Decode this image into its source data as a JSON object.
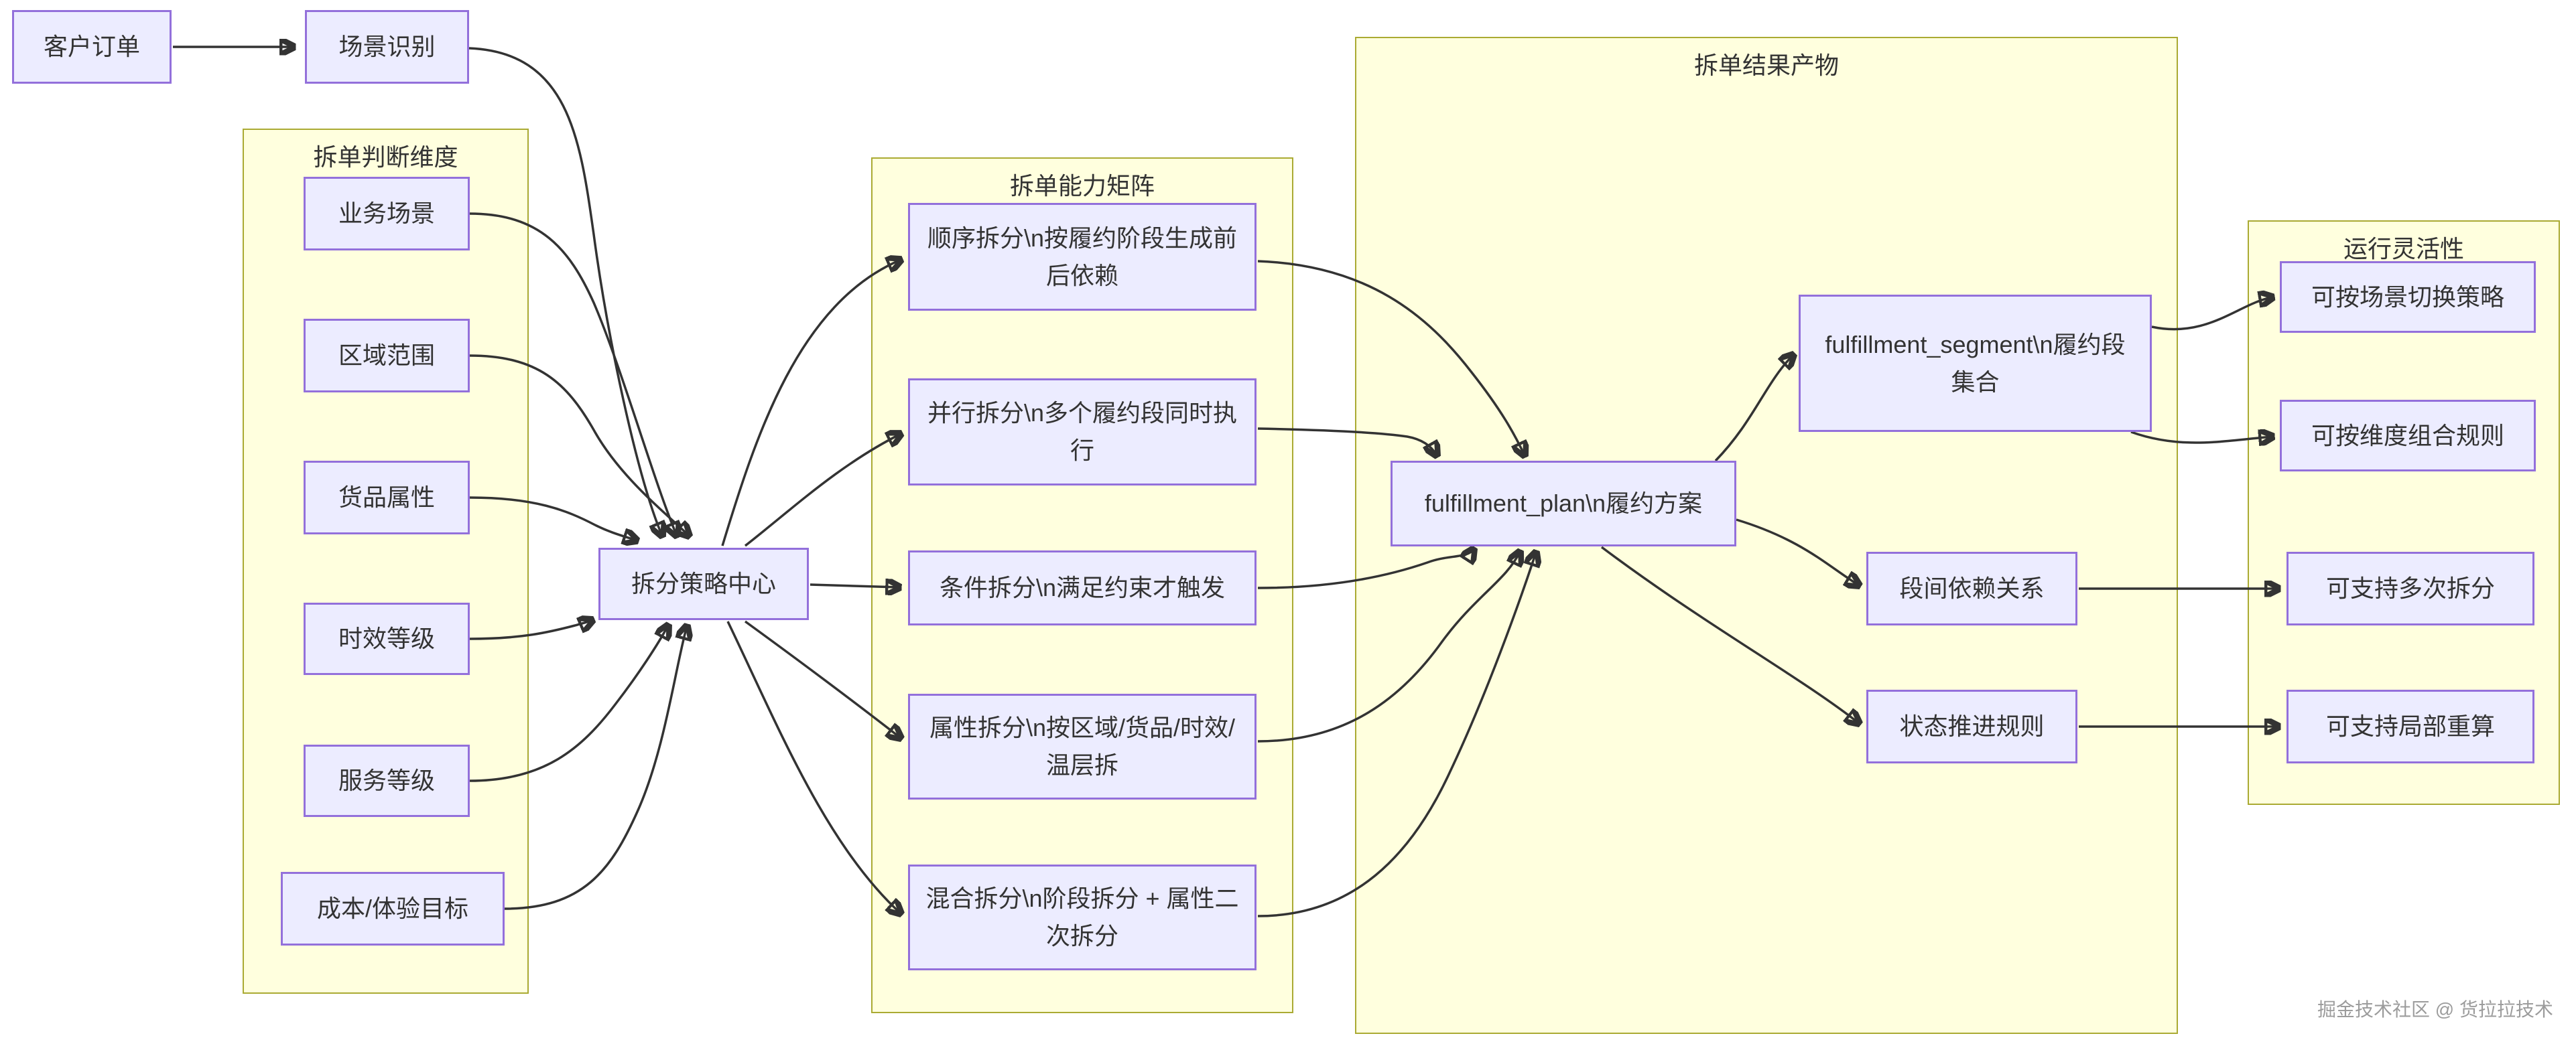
{
  "diagram": {
    "type": "flowchart",
    "colors": {
      "background": "#ffffff",
      "node_fill": "#ECECFF",
      "node_border": "#9370DB",
      "group_fill": "#ffffde",
      "group_border": "#aaaa33",
      "edge": "#333333",
      "text": "#333333",
      "watermark": "#9c9c9c"
    }
  },
  "groups": {
    "judgment_dimensions": {
      "title": "拆单判断维度"
    },
    "capability_matrix": {
      "title": "拆单能力矩阵"
    },
    "result_artifacts": {
      "title": "拆单结果产物"
    },
    "runtime_flexibility": {
      "title": "运行灵活性"
    }
  },
  "nodes": {
    "customer_order": {
      "label": "客户订单"
    },
    "scene_recognition": {
      "label": "场景识别"
    },
    "business_scene": {
      "label": "业务场景"
    },
    "region_scope": {
      "label": "区域范围"
    },
    "goods_attribute": {
      "label": "货品属性"
    },
    "timeliness_level": {
      "label": "时效等级"
    },
    "service_level": {
      "label": "服务等级"
    },
    "cost_experience_goal": {
      "label": "成本/体验目标"
    },
    "split_strategy_center": {
      "label": "拆分策略中心"
    },
    "sequential_split": {
      "label": "顺序拆分\\n按履约阶段生成前后依赖"
    },
    "parallel_split": {
      "label": "并行拆分\\n多个履约段同时执行"
    },
    "conditional_split": {
      "label": "条件拆分\\n满足约束才触发"
    },
    "attribute_split": {
      "label": "属性拆分\\n按区域/货品/时效/温层拆"
    },
    "hybrid_split": {
      "label": "混合拆分\\n阶段拆分 + 属性二次拆分"
    },
    "fulfillment_plan": {
      "label": "fulfillment_plan\\n履约方案"
    },
    "fulfillment_segment": {
      "label": "fulfillment_segment\\n履约段集合"
    },
    "segment_dependency": {
      "label": "段间依赖关系"
    },
    "status_progress_rule": {
      "label": "状态推进规则"
    },
    "switch_by_scene": {
      "label": "可按场景切换策略"
    },
    "combine_by_dimension": {
      "label": "可按维度组合规则"
    },
    "multi_split": {
      "label": "可支持多次拆分"
    },
    "partial_recalc": {
      "label": "可支持局部重算"
    }
  },
  "edges": [
    {
      "from": "customer_order",
      "to": "scene_recognition"
    },
    {
      "from": "scene_recognition",
      "to": "split_strategy_center"
    },
    {
      "from": "business_scene",
      "to": "split_strategy_center"
    },
    {
      "from": "region_scope",
      "to": "split_strategy_center"
    },
    {
      "from": "goods_attribute",
      "to": "split_strategy_center"
    },
    {
      "from": "timeliness_level",
      "to": "split_strategy_center"
    },
    {
      "from": "service_level",
      "to": "split_strategy_center"
    },
    {
      "from": "cost_experience_goal",
      "to": "split_strategy_center"
    },
    {
      "from": "split_strategy_center",
      "to": "sequential_split"
    },
    {
      "from": "split_strategy_center",
      "to": "parallel_split"
    },
    {
      "from": "split_strategy_center",
      "to": "conditional_split"
    },
    {
      "from": "split_strategy_center",
      "to": "attribute_split"
    },
    {
      "from": "split_strategy_center",
      "to": "hybrid_split"
    },
    {
      "from": "sequential_split",
      "to": "fulfillment_plan"
    },
    {
      "from": "parallel_split",
      "to": "fulfillment_plan"
    },
    {
      "from": "conditional_split",
      "to": "fulfillment_plan"
    },
    {
      "from": "attribute_split",
      "to": "fulfillment_plan"
    },
    {
      "from": "hybrid_split",
      "to": "fulfillment_plan"
    },
    {
      "from": "fulfillment_plan",
      "to": "fulfillment_segment"
    },
    {
      "from": "fulfillment_plan",
      "to": "segment_dependency"
    },
    {
      "from": "fulfillment_plan",
      "to": "status_progress_rule"
    },
    {
      "from": "fulfillment_segment",
      "to": "switch_by_scene"
    },
    {
      "from": "fulfillment_segment",
      "to": "combine_by_dimension"
    },
    {
      "from": "segment_dependency",
      "to": "multi_split"
    },
    {
      "from": "status_progress_rule",
      "to": "partial_recalc"
    }
  ],
  "watermark": {
    "text": "掘金技术社区 @ 货拉拉技术"
  }
}
